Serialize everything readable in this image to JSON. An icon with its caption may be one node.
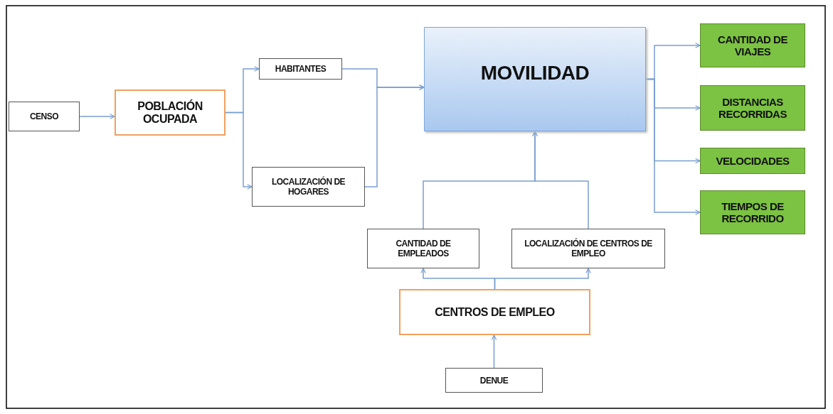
{
  "diagram": {
    "nodes": [
      {
        "text": [
          "CENSO"
        ]
      },
      {
        "text": [
          "POBLACIÓN OCUPADA"
        ]
      },
      {
        "text": [
          "HABITANTES"
        ]
      },
      {
        "text": [
          "LOCALIZACIÓN DE HOGARES"
        ]
      },
      {
        "text": [
          "MOVILIDAD"
        ]
      },
      {
        "text": [
          "CANTIDAD DE EMPLEADOS"
        ]
      },
      {
        "text": [
          "LOCALIZACIÓN DE CENTROS DE EMPLEO"
        ]
      },
      {
        "text": [
          "CENTROS DE EMPLEO"
        ]
      },
      {
        "text": [
          "DENUE"
        ]
      },
      {
        "text": [
          "CANTIDAD DE VIAJES"
        ]
      },
      {
        "text": [
          "DISTANCIAS RECORRIDAS"
        ]
      },
      {
        "text": [
          "VELOCIDADES"
        ]
      },
      {
        "text": [
          "TIEMPOS DE RECORRIDO"
        ]
      }
    ],
    "edges": [
      {
        "from": 0,
        "to": 1,
        "arrow": "to"
      },
      {
        "from": 1,
        "to": 2,
        "arrow": "to"
      },
      {
        "from": 1,
        "to": 3,
        "arrow": "to"
      },
      {
        "from": 2,
        "to": 4,
        "arrow": "to"
      },
      {
        "from": 3,
        "to": 4,
        "arrow": "to"
      },
      {
        "from": 5,
        "to": 4,
        "arrow": "to"
      },
      {
        "from": 6,
        "to": 4,
        "arrow": "to"
      },
      {
        "from": 7,
        "to": 5,
        "arrow": "to"
      },
      {
        "from": 7,
        "to": 6,
        "arrow": "to"
      },
      {
        "from": 8,
        "to": 7,
        "arrow": "to"
      },
      {
        "from": 4,
        "to": 9,
        "arrow": "to"
      },
      {
        "from": 4,
        "to": 10,
        "arrow": "to"
      },
      {
        "from": 4,
        "to": 11,
        "arrow": "to"
      },
      {
        "from": 4,
        "to": 12,
        "arrow": "to"
      }
    ]
  }
}
